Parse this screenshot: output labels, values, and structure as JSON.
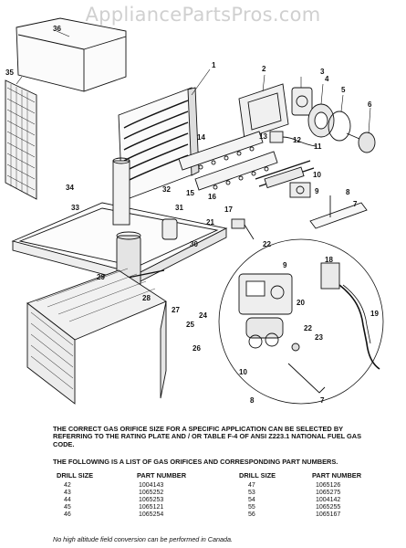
{
  "watermark": "AppliancePartsPros.com",
  "callouts": [
    "36",
    "35",
    "1",
    "2",
    "3",
    "4",
    "5",
    "6",
    "12",
    "11",
    "13",
    "14",
    "15",
    "16",
    "17",
    "10",
    "9",
    "8",
    "7",
    "34",
    "33",
    "32",
    "31",
    "30",
    "21",
    "22",
    "29",
    "28",
    "27",
    "25",
    "24",
    "26",
    "18",
    "20",
    "23",
    "19",
    "9",
    "10",
    "22",
    "8",
    "7"
  ],
  "notes": {
    "orifice": "THE CORRECT GAS ORIFICE SIZE FOR A SPECIFIC APPLICATION CAN BE SELECTED BY REFERRING TO THE RATING PLATE AND / OR TABLE F-4 OF ANSI Z223.1 NATIONAL FUEL GAS CODE.",
    "list_intro": "THE FOLLOWING IS A LIST OF GAS ORIFICES AND CORRESPONDING PART NUMBERS.",
    "footer": "No high altitude field conversion can be performed in Canada."
  },
  "table": {
    "headers": {
      "drill": "DRILL SIZE",
      "part": "PART NUMBER"
    },
    "left": [
      {
        "drill": "42",
        "part": "1004143"
      },
      {
        "drill": "43",
        "part": "1065252"
      },
      {
        "drill": "44",
        "part": "1065253"
      },
      {
        "drill": "45",
        "part": "1065121"
      },
      {
        "drill": "46",
        "part": "1065254"
      }
    ],
    "right": [
      {
        "drill": "47",
        "part": "1065126"
      },
      {
        "drill": "53",
        "part": "1065275"
      },
      {
        "drill": "54",
        "part": "1004142"
      },
      {
        "drill": "55",
        "part": "1065255"
      },
      {
        "drill": "56",
        "part": "1065167"
      }
    ]
  },
  "colors": {
    "ink": "#111111",
    "watermark": "#d0d0d0"
  }
}
